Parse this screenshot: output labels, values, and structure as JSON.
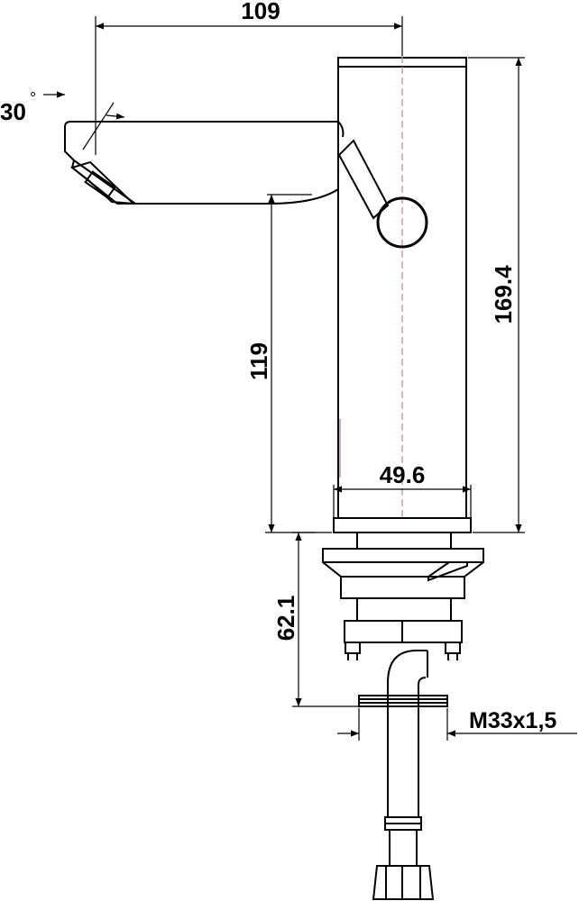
{
  "drawing": {
    "dimensions": {
      "total_width": "109",
      "angle": "30",
      "angle_unit": "°",
      "body_height": "169.4",
      "spout_height": "119",
      "body_diameter": "49.6",
      "mounting_depth": "62.1",
      "thread_size": "M33x1,5"
    }
  },
  "colors": {
    "line": "#000000",
    "centerline": "#c89a8c",
    "accent": "#a070c0"
  }
}
